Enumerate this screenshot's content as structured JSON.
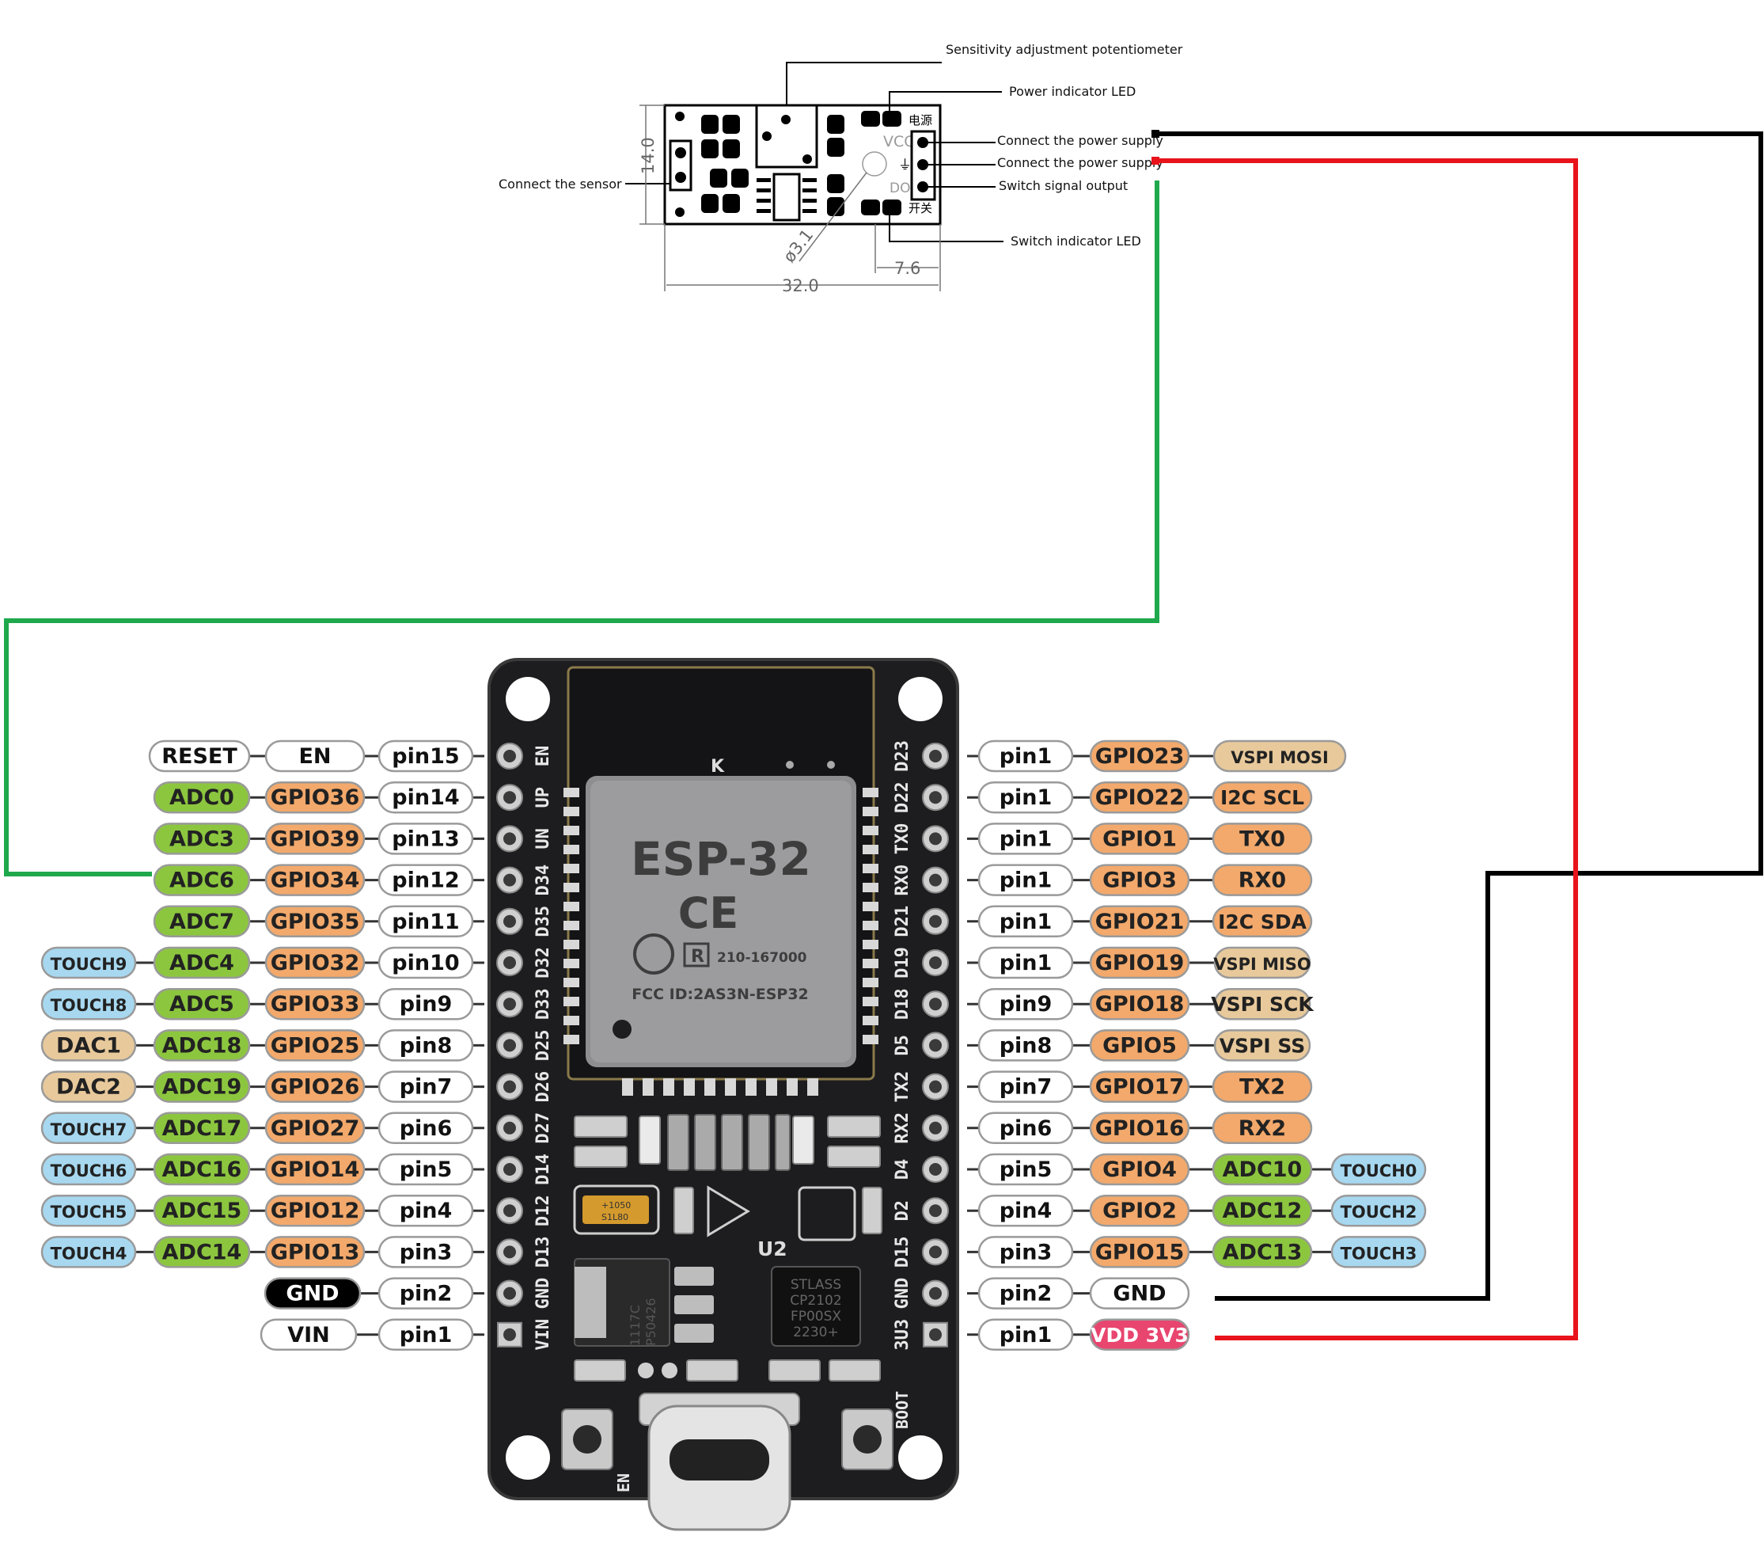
{
  "colors": {
    "white_pill": "#ffffff",
    "green_pill": "#8cc63f",
    "orange_pill": "#f3a96b",
    "tan_pill": "#e8c99b",
    "blue_pill": "#a7d8f0",
    "black_pill": "#000000",
    "pink_pill": "#e8456f",
    "board": "#1d1d1f",
    "wire_black": "#000000",
    "wire_red": "#e8131b",
    "wire_green": "#1fa84c"
  },
  "sensor_module": {
    "callouts": {
      "potentiometer": "Sensitivity adjustment potentiometer",
      "power_led": "Power indicator LED",
      "vcc": "Connect the power supply",
      "gnd": "Connect the power supply",
      "do": "Switch signal output",
      "switch_led": "Switch indicator LED",
      "sensor": "Connect the sensor"
    },
    "dims": {
      "height": "14.0",
      "width": "32.0",
      "pitch": "7.6",
      "hole": "ø3.1"
    },
    "silk": {
      "power": "电源",
      "switch": "开关",
      "vcc": "VCC",
      "do": "DO"
    }
  },
  "board": {
    "chip_name": "ESP-32",
    "ce": "CE",
    "r_mark": "R",
    "cert_code": "210-167000",
    "fcc": "FCC ID:2AS3N-ESP32",
    "antenna_mark": "K",
    "u2": "U2",
    "usb_chip": [
      "STLASS",
      "CP2102",
      "FP00SX",
      "2230+"
    ],
    "regulator": [
      "1117C",
      "P50426"
    ],
    "cap": [
      "+1050",
      "S1L80"
    ],
    "btn_left": "EN",
    "btn_right": "BOOT",
    "left_silk": [
      "EN",
      "UP",
      "UN",
      "D34",
      "D35",
      "D32",
      "D33",
      "D25",
      "D26",
      "D27",
      "D14",
      "D12",
      "D13",
      "GND",
      "VIN"
    ],
    "right_silk": [
      "D23",
      "D22",
      "TX0",
      "RX0",
      "D21",
      "D19",
      "D18",
      "D5",
      "TX2",
      "RX2",
      "D4",
      "D2",
      "D15",
      "GND",
      "3U3"
    ]
  },
  "left_pins": [
    [
      "RESET",
      "EN",
      "pin15"
    ],
    [
      "ADC0",
      "GPIO36",
      "pin14"
    ],
    [
      "ADC3",
      "GPIO39",
      "pin13"
    ],
    [
      "ADC6",
      "GPIO34",
      "pin12"
    ],
    [
      "ADC7",
      "GPIO35",
      "pin11"
    ],
    [
      "TOUCH9",
      "ADC4",
      "GPIO32",
      "pin10"
    ],
    [
      "TOUCH8",
      "ADC5",
      "GPIO33",
      "pin9"
    ],
    [
      "DAC1",
      "ADC18",
      "GPIO25",
      "pin8"
    ],
    [
      "DAC2",
      "ADC19",
      "GPIO26",
      "pin7"
    ],
    [
      "TOUCH7",
      "ADC17",
      "GPIO27",
      "pin6"
    ],
    [
      "TOUCH6",
      "ADC16",
      "GPIO14",
      "pin5"
    ],
    [
      "TOUCH5",
      "ADC15",
      "GPIO12",
      "pin4"
    ],
    [
      "TOUCH4",
      "ADC14",
      "GPIO13",
      "pin3"
    ],
    [
      "GND",
      "pin2"
    ],
    [
      "VIN",
      "pin1"
    ]
  ],
  "right_pins": [
    [
      "pin1",
      "GPIO23",
      "VSPI MOSI"
    ],
    [
      "pin1",
      "GPIO22",
      "I2C SCL"
    ],
    [
      "pin1",
      "GPIO1",
      "TX0"
    ],
    [
      "pin1",
      "GPIO3",
      "RX0"
    ],
    [
      "pin1",
      "GPIO21",
      "I2C SDA"
    ],
    [
      "pin1",
      "GPIO19",
      "VSPI MISO"
    ],
    [
      "pin9",
      "GPIO18",
      "VSPI SCK"
    ],
    [
      "pin8",
      "GPIO5",
      "VSPI SS"
    ],
    [
      "pin7",
      "GPIO17",
      "TX2"
    ],
    [
      "pin6",
      "GPIO16",
      "RX2"
    ],
    [
      "pin5",
      "GPIO4",
      "ADC10",
      "TOUCH0"
    ],
    [
      "pin4",
      "GPIO2",
      "ADC12",
      "TOUCH2"
    ],
    [
      "pin3",
      "GPIO15",
      "ADC13",
      "TOUCH3"
    ],
    [
      "pin2",
      "GND"
    ],
    [
      "pin1",
      "VDD 3V3"
    ]
  ]
}
